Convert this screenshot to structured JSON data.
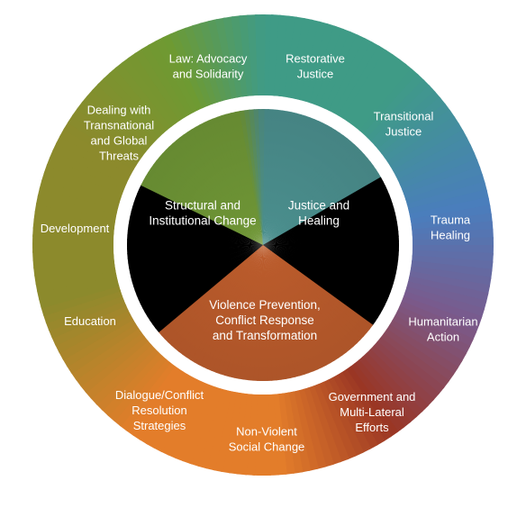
{
  "diagram": {
    "center": {
      "top_left": [
        "Structural and",
        "Institutional Change"
      ],
      "top_right": [
        "Justice and",
        "Healing"
      ],
      "bottom": [
        "Violence Prevention,",
        "Conflict Response",
        "and Transformation"
      ]
    },
    "ring": [
      [
        "Law: Advocacy",
        "and Solidarity"
      ],
      [
        "Restorative",
        "Justice"
      ],
      [
        "Transitional",
        "Justice"
      ],
      [
        "Trauma",
        "Healing"
      ],
      [
        "Humanitarian",
        "Action"
      ],
      [
        "Government and",
        "Multi-Lateral",
        "Efforts"
      ],
      [
        "Non-Violent",
        "Social Change"
      ],
      [
        "Dialogue/Conflict",
        "Resolution",
        "Strategies"
      ],
      [
        "Education"
      ],
      [
        "Development"
      ],
      [
        "Dealing with",
        "Transnational",
        "and Global",
        "Threats"
      ]
    ],
    "colors": {
      "green": "#6e9a32",
      "olive": "#8c8a2c",
      "teal": "#3f9b86",
      "blue": "#4a7dbd",
      "purple": "#7a5a8c",
      "red": "#9a3624",
      "orange": "#e37d2a",
      "inner_green": "#6f9636",
      "inner_teal": "#4b8f8e",
      "inner_orange": "#bc5c2c"
    }
  }
}
